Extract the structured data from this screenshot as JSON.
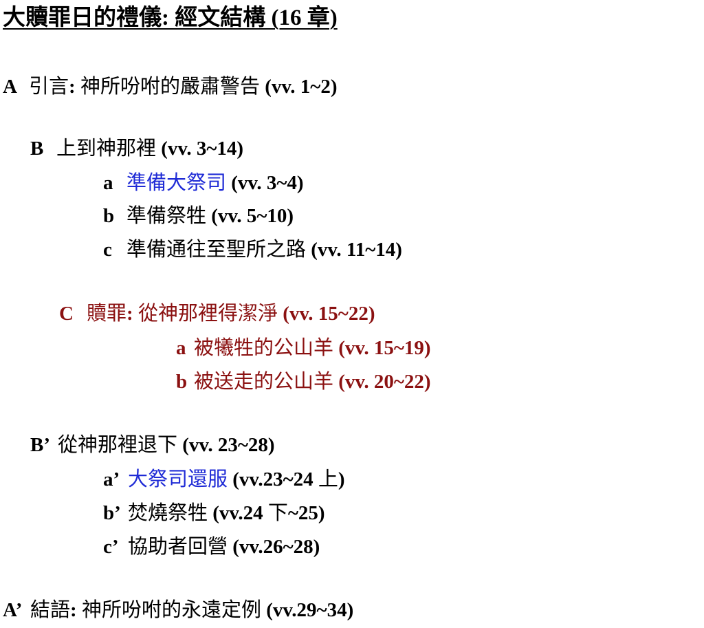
{
  "title": "大贖罪日的禮儀: 經文結構 (16 章)",
  "colors": {
    "blue_highlight": "#1f2bd6",
    "red_section": "#8b1111"
  },
  "A": {
    "label": "A",
    "head": "引言",
    "text": "神所吩咐的嚴肅警告",
    "ref": "(vv. 1~2)"
  },
  "B": {
    "label": "B",
    "text": "上到神那裡",
    "ref": "(vv. 3~14)",
    "items": [
      {
        "label": "a",
        "text": "準備大祭司",
        "ref": "(vv. 3~4)"
      },
      {
        "label": "b",
        "text": "準備祭牲",
        "ref": "(vv. 5~10)"
      },
      {
        "label": "c",
        "text": "準備通往至聖所之路",
        "ref": "(vv. 11~14)"
      }
    ]
  },
  "C": {
    "label": "C",
    "head": "贖罪",
    "text": "從神那裡得潔淨",
    "ref": "(vv. 15~22)",
    "items": [
      {
        "label": "a",
        "text": "被犧牲的公山羊",
        "ref": "(vv. 15~19)"
      },
      {
        "label": "b",
        "text": "被送走的公山羊",
        "ref": "(vv. 20~22)"
      }
    ]
  },
  "B2": {
    "label": "B’",
    "text": "從神那裡退下",
    "ref": "(vv. 23~28)",
    "items": [
      {
        "label": "a’",
        "text": "大祭司還服",
        "ref_a": "(vv.23~24",
        "ref_b": "上",
        "ref_c": ")"
      },
      {
        "label": "b’",
        "text": "焚燒祭牲",
        "ref_a": "(vv.24",
        "ref_b": "下",
        "ref_c": "~25)"
      },
      {
        "label": "c’",
        "text": "協助者回營",
        "ref": "(vv.26~28)"
      }
    ]
  },
  "A2": {
    "label": "A’",
    "head": "結語",
    "text": "神所吩咐的永遠定例",
    "ref": "(vv.29~34)"
  }
}
